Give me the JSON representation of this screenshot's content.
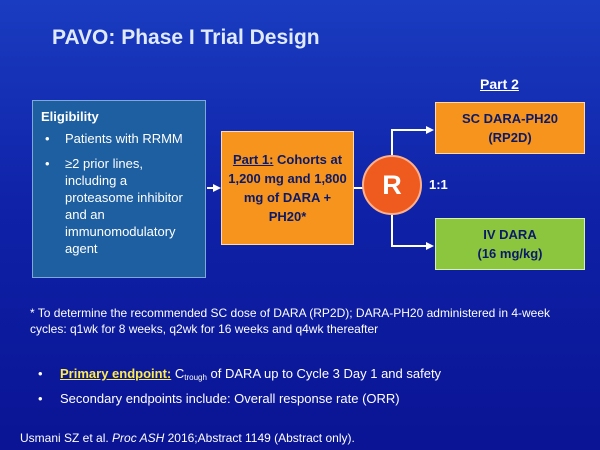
{
  "slide": {
    "title": "PAVO: Phase I Trial Design",
    "part2_heading": "Part 2"
  },
  "eligibility": {
    "title": "Eligibility",
    "bullet": "•",
    "items": [
      "Patients with RRMM",
      "≥2 prior lines, including a proteasome inhibitor and an immunomodulatory agent"
    ]
  },
  "part1": {
    "label": "Part 1:",
    "text": " Cohorts at 1,200 mg and 1,800 mg of DARA + PH20*"
  },
  "randomization": {
    "symbol": "R",
    "ratio": "1:1"
  },
  "arms": [
    {
      "line1": "SC DARA-PH20",
      "line2": "(RP2D)"
    },
    {
      "line1": "IV DARA",
      "line2": "(16 mg/kg)"
    }
  ],
  "footnote": "* To determine the recommended SC dose of DARA (RP2D); DARA-PH20 administered in 4-week cycles: q1wk for 8 weeks, q2wk for 16 weeks and q4wk thereafter",
  "endpoints": {
    "bullet": "•",
    "primary_label": "Primary endpoint:",
    "primary_c": " C",
    "primary_sub": "trough",
    "primary_rest": " of DARA up to Cycle 3 Day 1 and safety",
    "secondary": "Secondary endpoints include: Overall response rate (ORR)"
  },
  "citation": {
    "authors": "Usmani SZ et al. ",
    "journal": "Proc ASH",
    "rest": " 2016;Abstract 1149 (Abstract only)."
  },
  "colors": {
    "background": "#1432b4",
    "title": "#dfe9ff",
    "eligibility_box": "#1d5fa0",
    "part1_box": "#f7941d",
    "randomization_circle": "#ef5a1f",
    "sc_arm_box": "#f7941d",
    "iv_arm_box": "#8cc63f",
    "primary_endpoint_label": "#ffeb4a"
  }
}
